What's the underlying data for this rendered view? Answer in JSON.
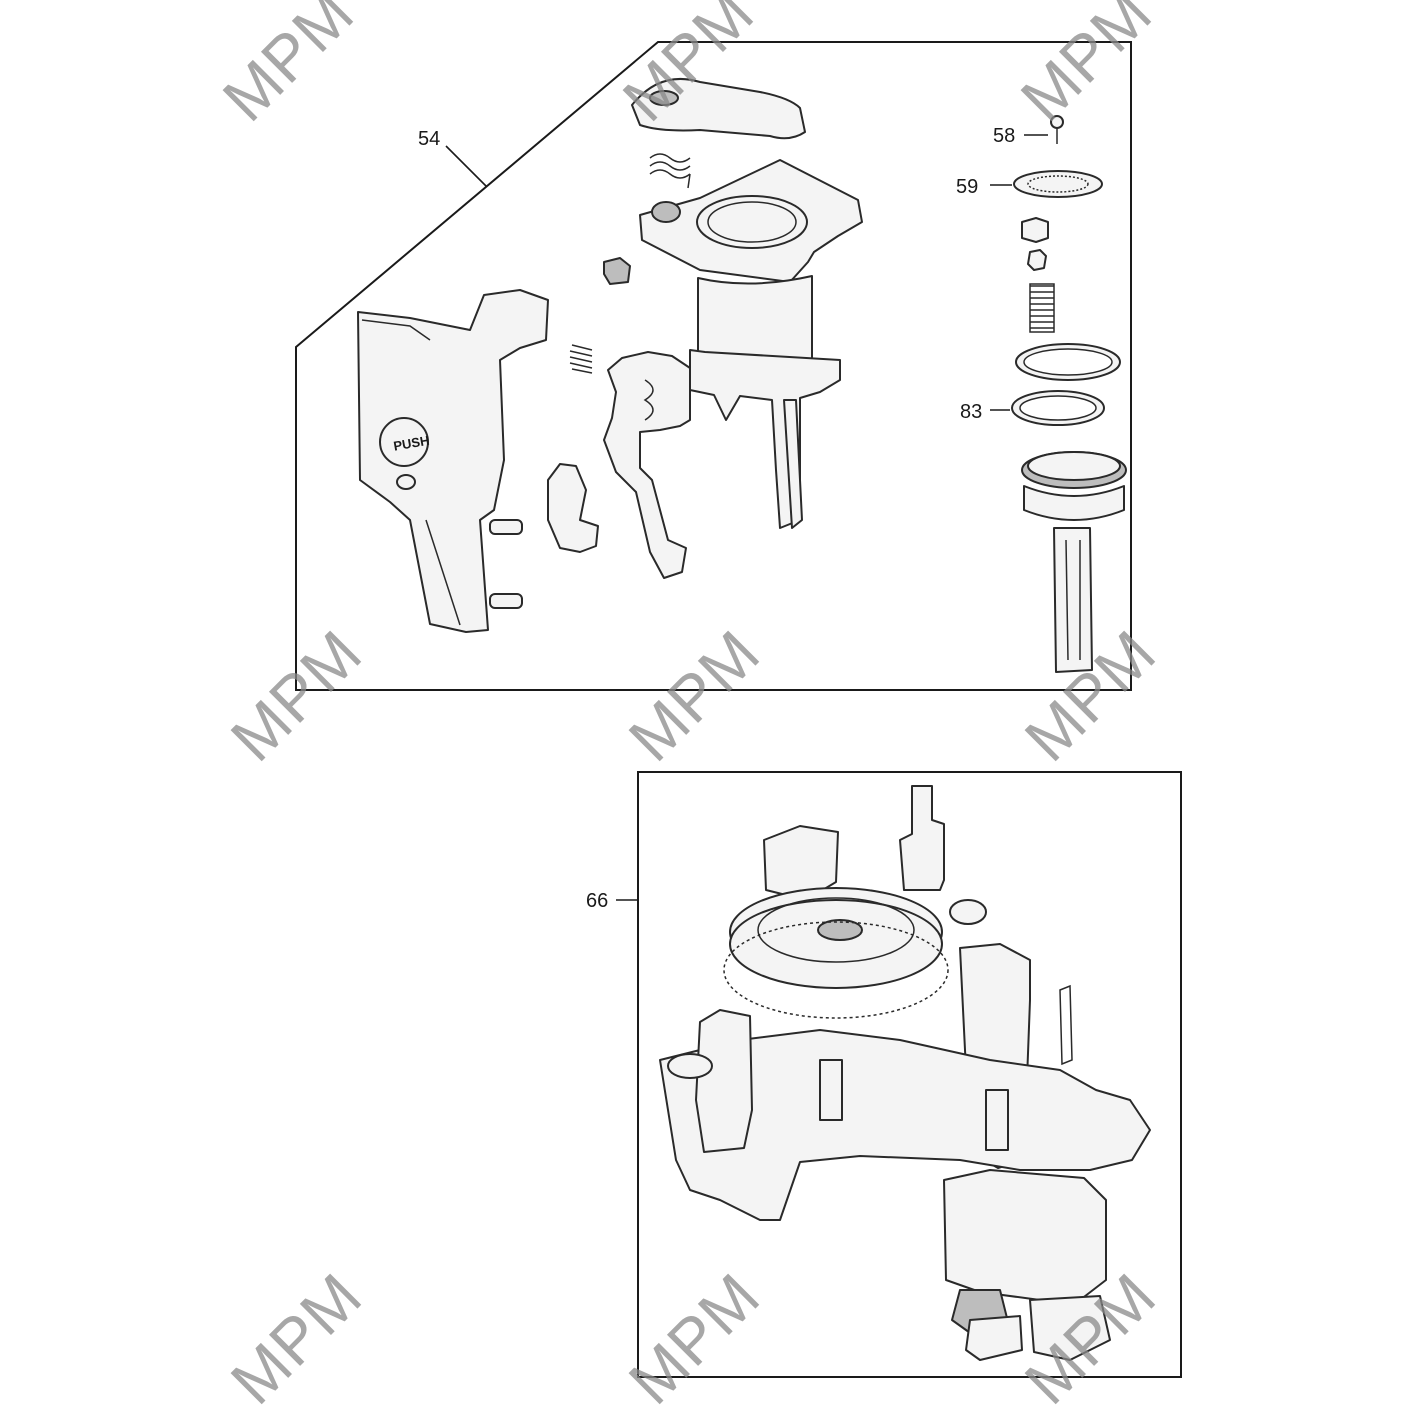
{
  "callouts": {
    "group_54": "54",
    "part_58": "58",
    "part_59": "59",
    "part_83": "83",
    "group_66": "66"
  },
  "watermark_text": "MPM",
  "watermarks": [
    "MPM",
    "MPM",
    "MPM",
    "MPM",
    "MPM",
    "MPM",
    "MPM",
    "MPM",
    "MPM"
  ],
  "stamped_text": {
    "push_button": "PUSH"
  },
  "colors": {
    "line": "#1a1a1a",
    "part_fill": "#f4f4f4",
    "shaded_fill": "#bdbdbd",
    "watermark": "#8a8a8a"
  }
}
